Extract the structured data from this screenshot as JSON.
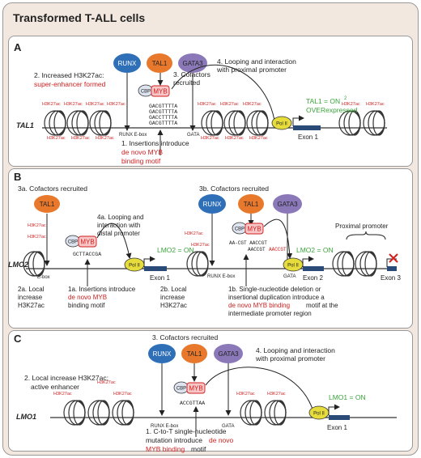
{
  "title": "Transformed T-ALL cells",
  "colors": {
    "red": "#d21f1f",
    "green": "#3aa43a",
    "runx": "#2e6fb8",
    "tal1": "#e8792c",
    "gata3": "#8a78b8",
    "polii": "#e6dc3c"
  },
  "panelA": {
    "label": "A",
    "gene": "TAL1",
    "step1_a": "1. Insertions introduce",
    "step1_b": "de novo MYB",
    "step1_c": "binding motif",
    "step2_a": "2. Increased H3K27ac:",
    "step2_b": "super-enhancer formed",
    "step3_a": "3. Cofactors",
    "step3_b": "recruited",
    "step4_a": "4. Looping and interaction",
    "step4_b": "with proximal promoter",
    "out_a": "TAL1 = ON",
    "out_sup": "2",
    "out_b": "OVERexpressed",
    "seq": [
      "GACGTTTTA",
      "GACGTTTTA",
      "GACCTTTTA",
      "GACGTTTTA"
    ],
    "runx_ebox": "RUNX  E-box",
    "gata": "GATA",
    "exon": "Exon 1"
  },
  "panelB": {
    "label": "B",
    "gene": "LMO2",
    "s3a": "3a. Cofactors recruited",
    "s3b": "3b. Cofactors recruited",
    "s4a_a": "4a. Looping and",
    "s4a_b": "interaction with",
    "s4a_c": "distal promoter",
    "s2a_a": "2a. Local",
    "s2a_b": "increase",
    "s2a_c": "H3K27ac",
    "s1a_a": "1a. Insertions introduce",
    "s1a_b": "de novo MYB",
    "s1a_c": "binding motif",
    "s2b_a": "2b. Local",
    "s2b_b": "increase",
    "s2b_c": "H3K27ac",
    "s1b_a": "1b. Single-nucleotide deletion or",
    "s1b_b": "insertional duplication introduce a",
    "s1b_c": "de novo MYB binding",
    "s1b_d": "motif at the",
    "s1b_e": "intermediate promoter region",
    "seq1": "GCTTACCGA",
    "seq2_a": "AA-CGT AACCGT",
    "seq2_b": "AACCGT",
    "seq2_c": "AACCGT",
    "ebox": "E-box",
    "runx_ebox": "RUNX  E-box",
    "gata": "GATA",
    "lmo2_on_1": "LMO2 = ON",
    "lmo2_on_2": "LMO2 = ON",
    "exon1": "Exon 1",
    "exon2": "Exon 2",
    "exon3": "Exon 3",
    "proximal": "Proximal promoter"
  },
  "panelC": {
    "label": "C",
    "gene": "LMO1",
    "s2_a": "2. Local increase H3K27ac;",
    "s2_b": "active enhancer",
    "s3": "3. Cofactors recruited",
    "s4_a": "4. Looping and interaction",
    "s4_b": "with proximal promoter",
    "s1_a": "1. C-to-T single-nucleotide",
    "s1_b": "mutation introduce",
    "s1_c": "de novo",
    "s1_d": "MYB binding",
    "s1_e": "motif",
    "seq": "ACCGTTAA",
    "runx_ebox": "RUNX  E-box",
    "gata": "GATA",
    "out": "LMO1 = ON",
    "exon": "Exon 1"
  },
  "labels": {
    "h3k27ac": "H3K27ac",
    "runx": "RUNX",
    "tal1": "TAL1",
    "gata3": "GATA3",
    "myb": "MYB",
    "cbp": "CBP",
    "polii": "Pol II"
  }
}
